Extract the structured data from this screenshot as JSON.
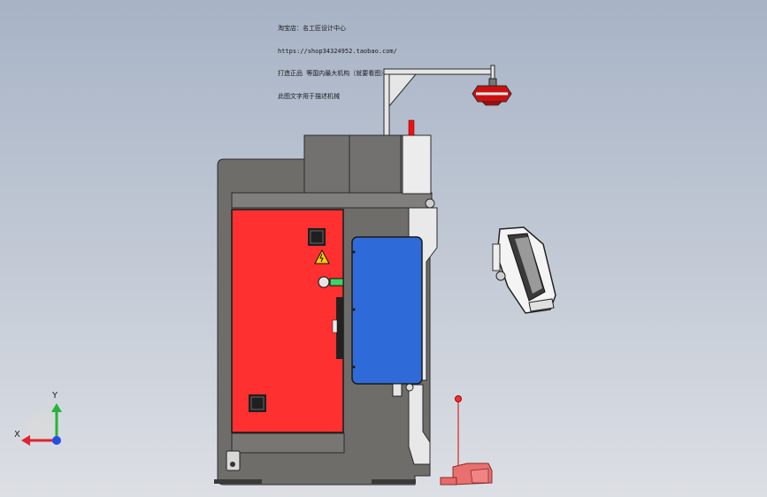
{
  "viewport": {
    "background_top": "#a7b3c6",
    "background_bottom": "#dcdfe4"
  },
  "annotation_lines": [
    "淘宝店：名工匠设计中心",
    "https://shop34324952.taobao.com/",
    "打造正品 等国内最大机构（就要看图）",
    "此图文字用于描述机械"
  ],
  "model": {
    "frame_color": "#6e6d69",
    "cabinet_color": "#ff3030",
    "panel_color": "#2f6bd8",
    "beacon_color": "#cc1010",
    "pedal_color": "#e87070",
    "pendant_color": "#f4f4f4"
  },
  "triad": {
    "x_label": "X",
    "y_label": "Y",
    "x_color": "#e0232d",
    "y_color": "#25b33a",
    "z_color": "#2450e0"
  }
}
